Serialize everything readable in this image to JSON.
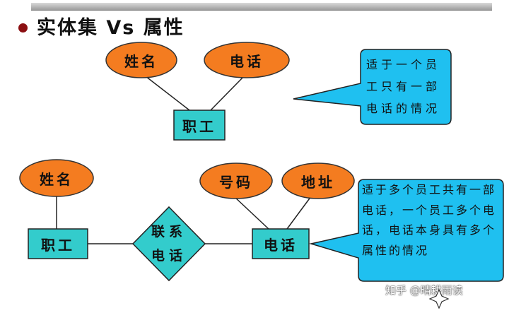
{
  "slide": {
    "title": "实体集 Vs 属性"
  },
  "top_diagram": {
    "attributes": [
      "姓名",
      "电话"
    ],
    "entity": "职工",
    "callout": "适于一个员工只有一部电话的情况"
  },
  "bottom_diagram": {
    "entity_left": "职工",
    "entity_left_attribute": "姓名",
    "relationship": [
      "联系",
      "电话"
    ],
    "entity_right": "电话",
    "entity_right_attributes": [
      "号码",
      "地址"
    ],
    "callout": "适于多个员工共有一部电话，一个员工多个电话，电话本身具有多个属性的情况"
  },
  "watermark": "知乎 @晴耕雨读",
  "icons": [
    "bullet-icon",
    "cursor-icon"
  ],
  "colors": {
    "ellipse_fill": "#f47c20",
    "entity_fill": "#33cccc",
    "callout_fill": "#1fc0f0",
    "bullet": "#8b0f12"
  }
}
